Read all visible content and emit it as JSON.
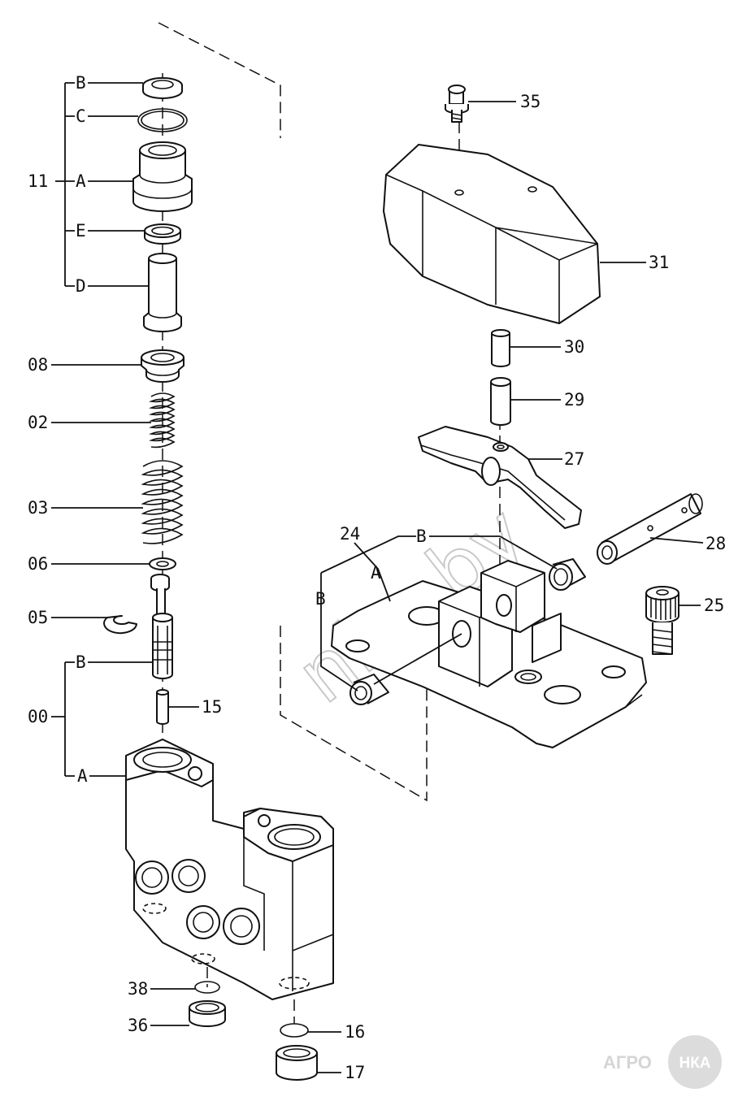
{
  "watermark": {
    "text": "nka.by"
  },
  "brand": {
    "prefix": "АГРО",
    "seal": "НКА"
  },
  "callouts": {
    "c35": "35",
    "c31": "31",
    "c30": "30",
    "c29": "29",
    "c27": "27",
    "c28": "28",
    "c25": "25",
    "c24": "24",
    "c24_b": "B",
    "c24_a": "A",
    "c24_b2": "B",
    "c11": "11",
    "c11_b": "B",
    "c11_c": "C",
    "c11_a": "A",
    "c11_e": "E",
    "c11_d": "D",
    "c08": "08",
    "c02": "02",
    "c03": "03",
    "c06": "06",
    "c05": "05",
    "c00": "00",
    "c00_b": "B",
    "c00_a": "A",
    "c15": "15",
    "c38": "38",
    "c36": "36",
    "c16": "16",
    "c17": "17"
  }
}
